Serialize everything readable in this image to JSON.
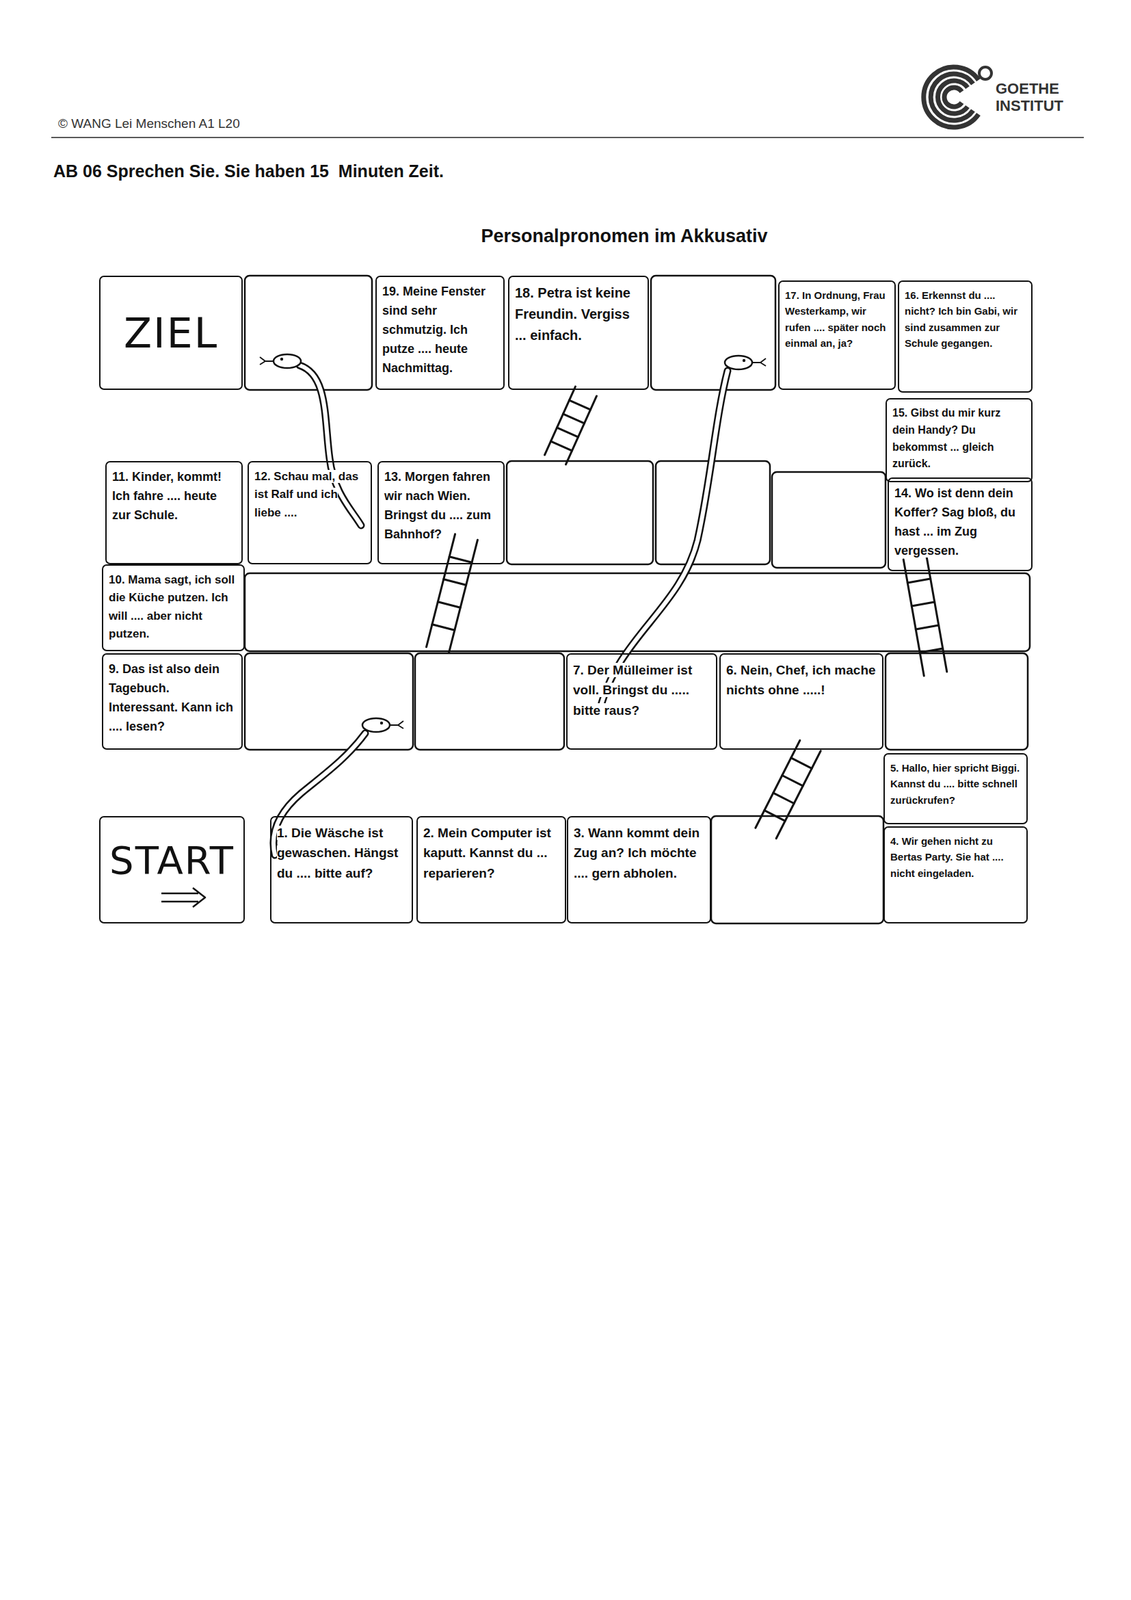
{
  "diagram": {
    "title": "Personalpronomen im Akkusativ",
    "nodes": [
      {
        "text": [
          "START"
        ]
      },
      {
        "text": [
          "1. Die Wäsche ist gewaschen. Hängst du .... bitte auf?"
        ]
      },
      {
        "text": [
          "2. Mein Computer ist kaputt. Kannst du ... reparieren?"
        ]
      },
      {
        "text": [
          "3. Wann kommt dein Zug an? Ich möchte .... gern abholen."
        ]
      },
      {
        "text": [
          "4. Wir gehen nicht zu Bertas Party. Sie hat .... nicht eingeladen."
        ]
      },
      {
        "text": [
          "5. Hallo, hier spricht Biggi. Kannst du .... bitte schnell zurückrufen?"
        ]
      },
      {
        "text": [
          "6. Nein, Chef, ich mache nichts ohne .....!"
        ]
      },
      {
        "text": [
          "7. Der Mülleimer ist voll. Bringst du ..... bitte raus?"
        ]
      },
      {
        "text": [
          "9. Das ist also dein Tagebuch. Interessant. Kann ich .... lesen?"
        ]
      },
      {
        "text": [
          "10. Mama sagt, ich soll die Küche putzen. Ich will .... aber nicht putzen."
        ]
      },
      {
        "text": [
          "11. Kinder, kommt! Ich fahre .... heute zur Schule."
        ]
      },
      {
        "text": [
          "12. Schau mal, das ist Ralf und ich liebe ...."
        ]
      },
      {
        "text": [
          "13. Morgen fahren wir nach Wien. Bringst du .... zum Bahnhof?"
        ]
      },
      {
        "text": [
          "14. Wo ist denn dein Koffer? Sag bloß, du hast ... im Zug vergessen."
        ]
      },
      {
        "text": [
          "15. Gibst du mir kurz dein Handy? Du bekommst ... gleich zurück."
        ]
      },
      {
        "text": [
          "16. Erkennst du .... nicht? Ich bin Gabi, wir sind zusammen zur Schule gegangen."
        ]
      },
      {
        "text": [
          "17. In Ordnung, Frau Westerkamp, wir rufen .... später noch einmal an, ja?"
        ]
      },
      {
        "text": [
          "18. Petra ist keine Freundin. Vergiss ... einfach."
        ]
      },
      {
        "text": [
          "19. Meine Fenster sind sehr schmutzig. Ich putze .... heute Nachmittag."
        ]
      },
      {
        "text": [
          "ZIEL"
        ]
      }
    ],
    "labels": [
      "© WANG Lei Menschen A1 L20",
      "GOETHE",
      "INSTITUT",
      "AB 06 Sprechen Sie. Sie haben 15  Minuten Zeit."
    ]
  }
}
